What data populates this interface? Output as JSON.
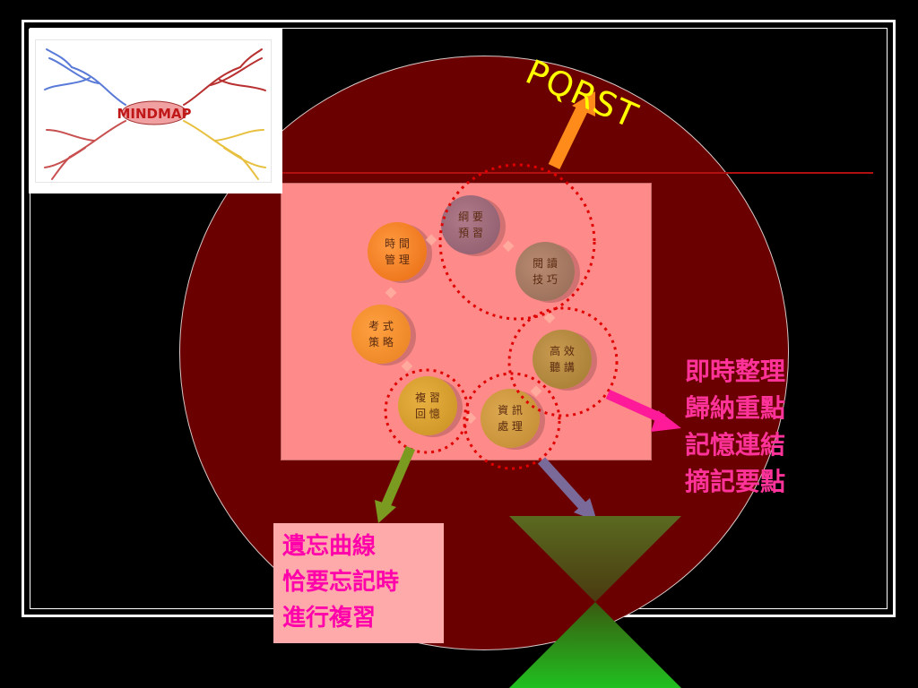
{
  "title": "PQRST",
  "right_list": [
    "即時整理",
    "歸納重點",
    "記憶連結",
    "摘記要點"
  ],
  "left_box": [
    "遺忘曲線",
    "恰要忘記時",
    "進行複習"
  ],
  "mindmap_logo": "MINDMAP",
  "cycle_nodes": [
    {
      "id": "time",
      "text": "時 間\n管 理"
    },
    {
      "id": "outline",
      "text": "綱 要\n預 習"
    },
    {
      "id": "reading",
      "text": "閱 讀\n技 巧"
    },
    {
      "id": "listening",
      "text": "高 效\n聽 講"
    },
    {
      "id": "info",
      "text": "資 訊\n處 理"
    },
    {
      "id": "review",
      "text": "複 習\n回 憶"
    },
    {
      "id": "exam",
      "text": "考 式\n策 略"
    }
  ],
  "colors": {
    "circle": "#6b0000",
    "panel": "#ff8a8a",
    "title": "#ffff00",
    "list": "#ff3399",
    "left_text": "#ff00aa",
    "dotted": "#e00000"
  }
}
